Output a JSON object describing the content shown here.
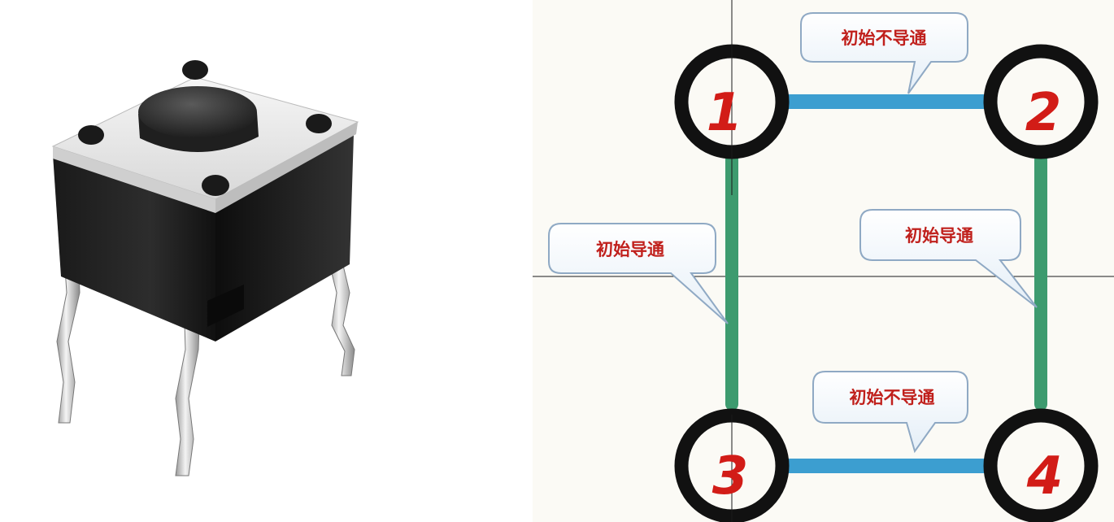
{
  "photo": {
    "subject": "tactile-push-button"
  },
  "diagram": {
    "pins": [
      {
        "label": "1"
      },
      {
        "label": "2"
      },
      {
        "label": "3"
      },
      {
        "label": "4"
      }
    ],
    "callouts": {
      "top": "初始不导通",
      "left": "初始导通",
      "right": "初始导通",
      "bottom": "初始不导通"
    },
    "colors": {
      "conducting": "#3d9b6f",
      "non_conducting": "#3c9ed0",
      "pin_ring": "#111111",
      "pin_label": "#d21c17",
      "callout_text": "#c0201c"
    }
  }
}
